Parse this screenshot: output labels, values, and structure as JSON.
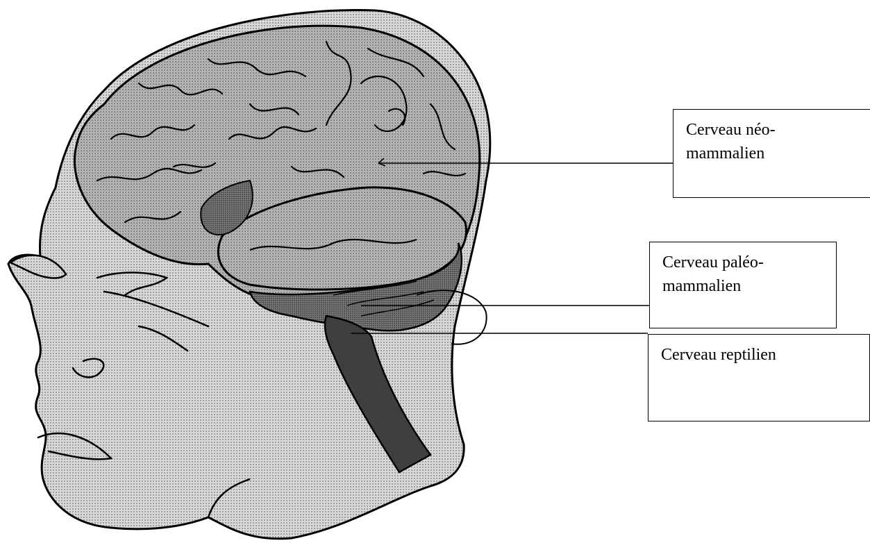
{
  "labels": {
    "neo": "Cerveau néo-\nmammalien",
    "paleo": "Cerveau paléo-\nmammalien",
    "reptilian": "Cerveau reptilien"
  },
  "colors": {
    "skin": "#c9c9c9",
    "neocortex": "#a7a7a7",
    "limbic": "#6c6c6c",
    "brainstem": "#3e3e3e",
    "outline": "#000000"
  }
}
